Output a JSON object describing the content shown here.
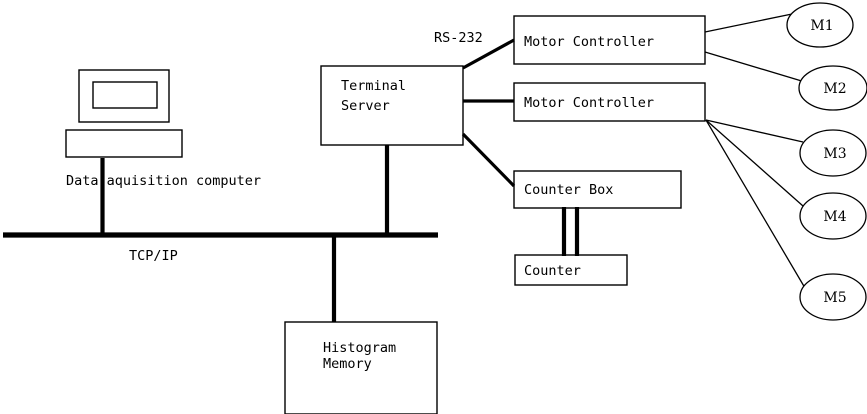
{
  "diagram": {
    "title": "Data acquisition and motor control system block diagram",
    "bus_label": "TCP/IP",
    "serial_label": "RS-232",
    "computer_label": "Data aquisition computer",
    "colors": {
      "background": "#ffffff",
      "stroke": "#000000",
      "fill": "#ffffff"
    },
    "nodes": {
      "terminal_server": {
        "line1": "Terminal",
        "line2": "Server"
      },
      "motor_controller_1": {
        "label": "Motor Controller"
      },
      "motor_controller_2": {
        "label": "Motor Controller"
      },
      "counter_box": {
        "label": "Counter Box"
      },
      "counter": {
        "label": "Counter"
      },
      "histogram_memory": {
        "line1": "Histogram",
        "line2": "Memory"
      }
    },
    "motors": [
      {
        "id": "m1",
        "label": "M1"
      },
      {
        "id": "m2",
        "label": "M2"
      },
      {
        "id": "m3",
        "label": "M3"
      },
      {
        "id": "m4",
        "label": "M4"
      },
      {
        "id": "m5",
        "label": "M5"
      }
    ]
  }
}
